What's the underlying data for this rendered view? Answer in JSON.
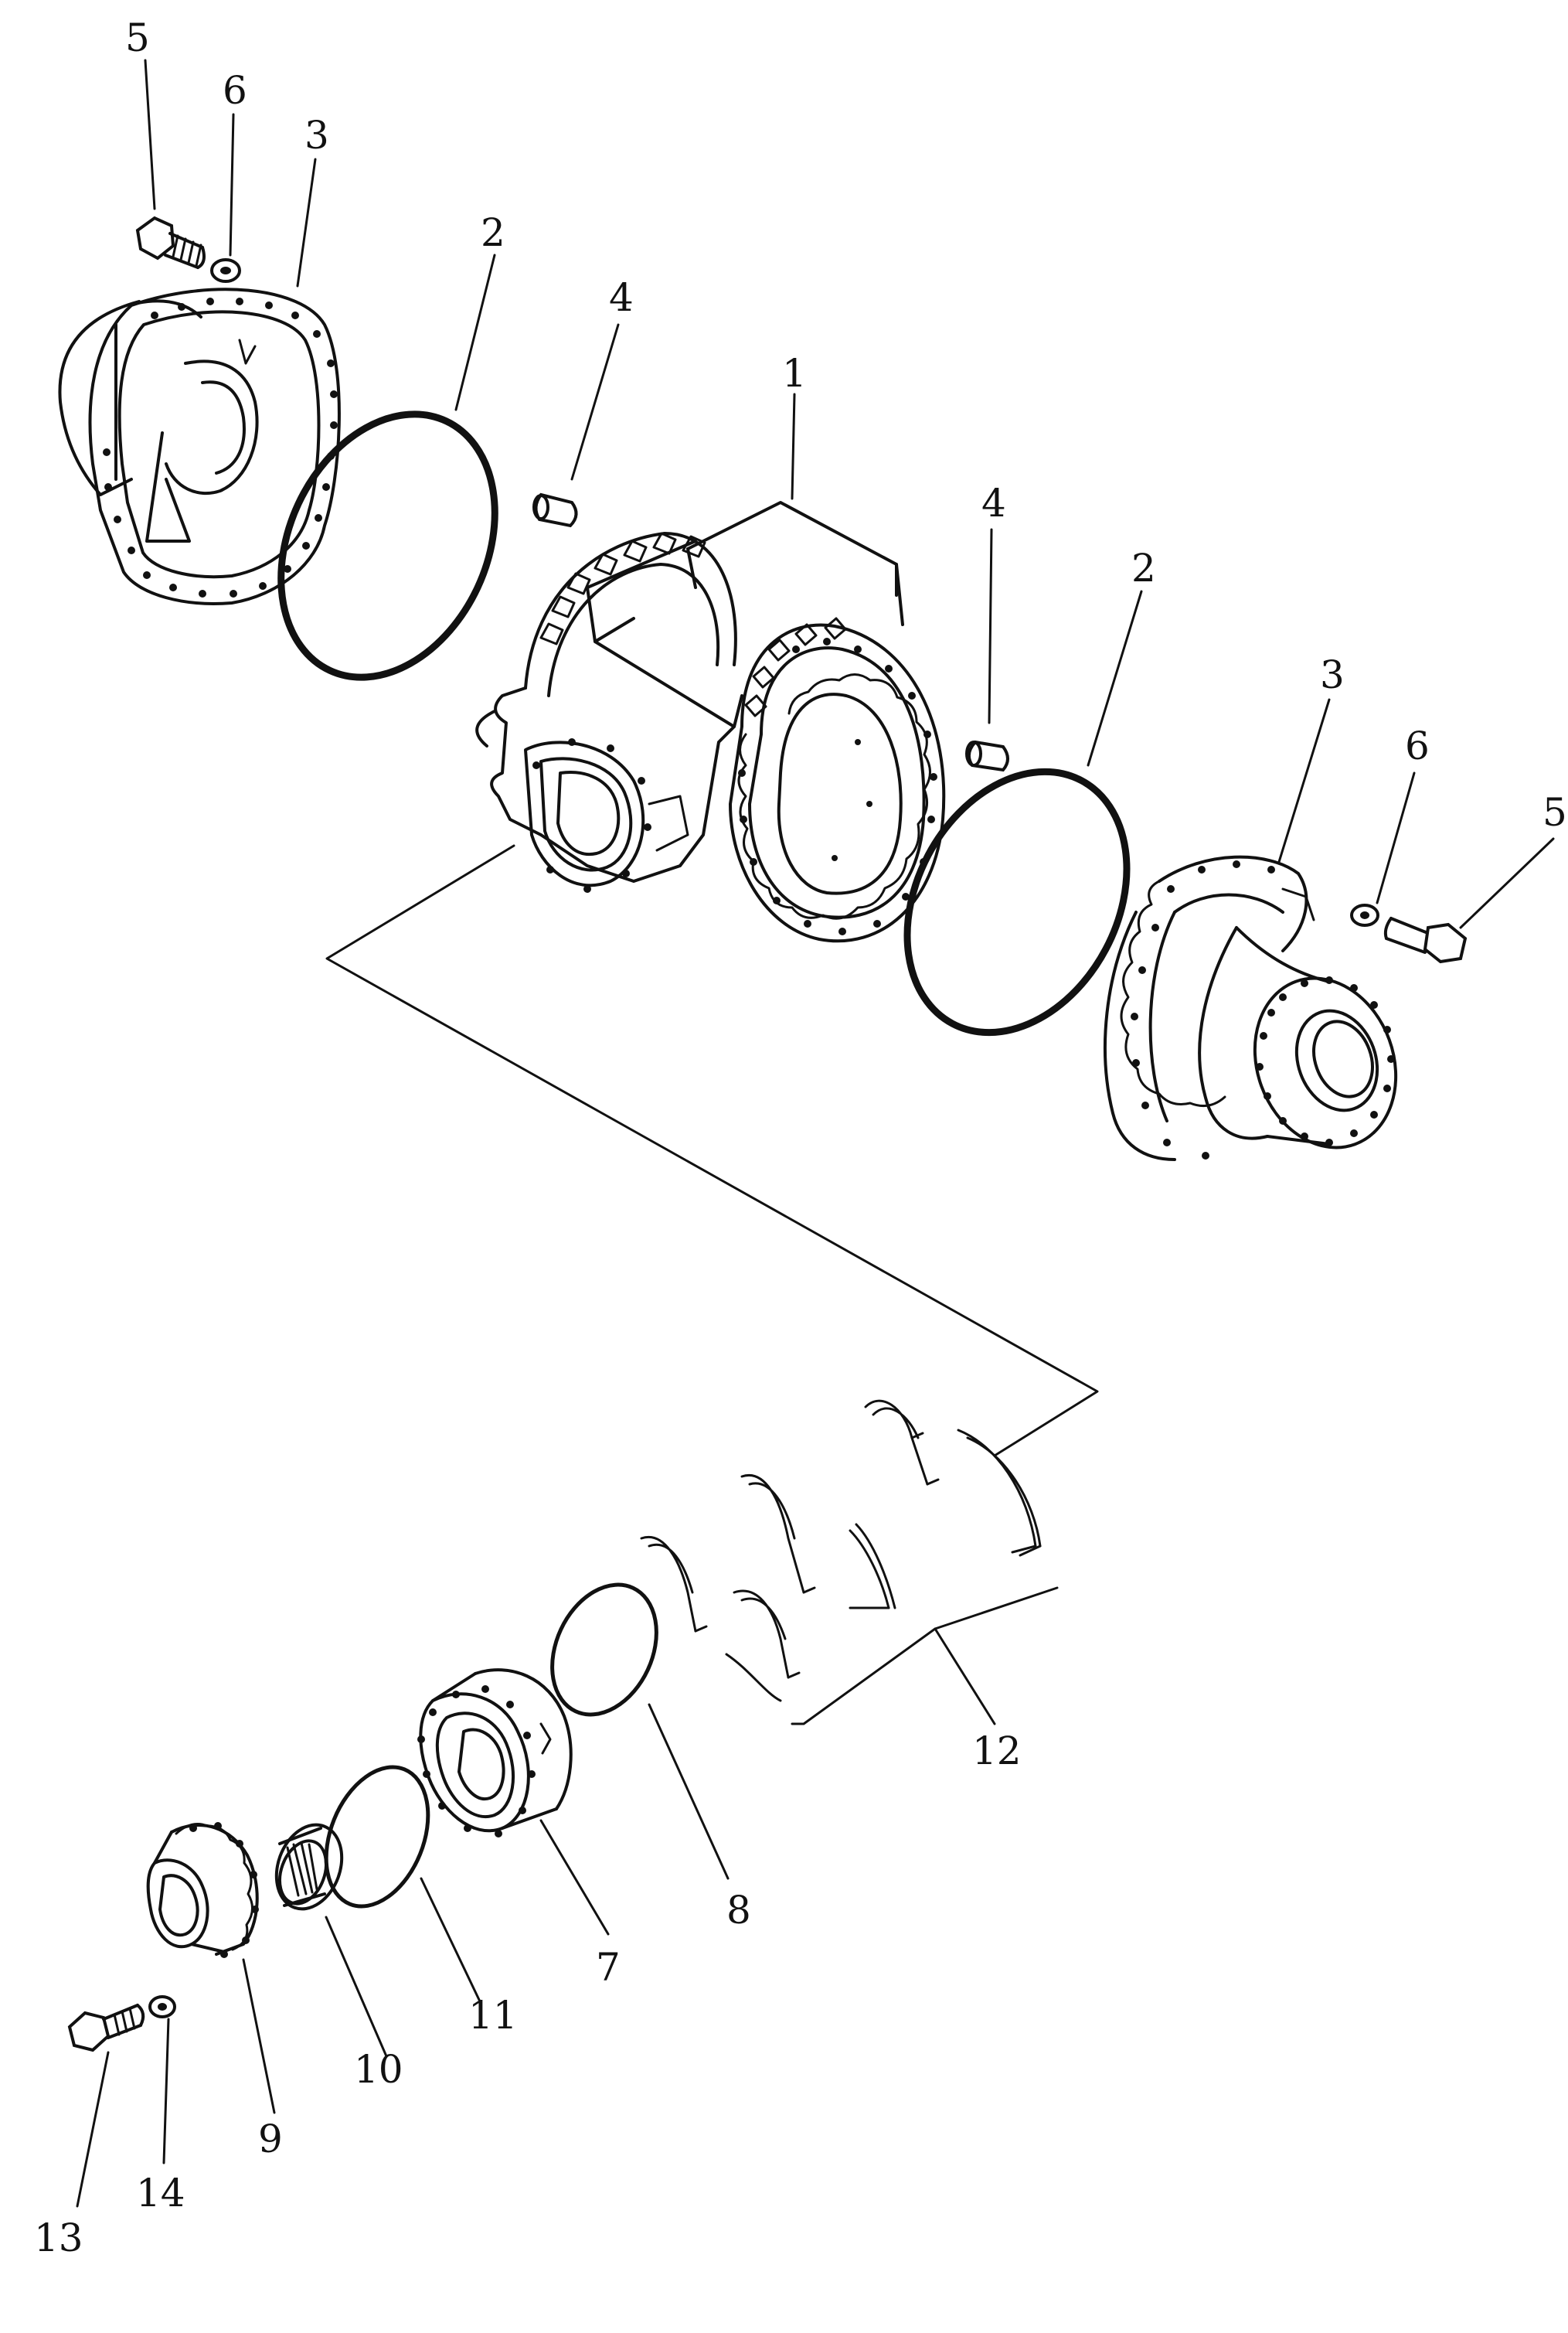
{
  "diagram": {
    "labels": [
      {
        "id": "5-top-left",
        "text": "5"
      },
      {
        "id": "6-top-left",
        "text": "6"
      },
      {
        "id": "3-top-left",
        "text": "3"
      },
      {
        "id": "2-top-left",
        "text": "2"
      },
      {
        "id": "4-top",
        "text": "4"
      },
      {
        "id": "1",
        "text": "1"
      },
      {
        "id": "4-right",
        "text": "4"
      },
      {
        "id": "2-right",
        "text": "2"
      },
      {
        "id": "3-right",
        "text": "3"
      },
      {
        "id": "6-right",
        "text": "6"
      },
      {
        "id": "5-right",
        "text": "5"
      },
      {
        "id": "12",
        "text": "12"
      },
      {
        "id": "8",
        "text": "8"
      },
      {
        "id": "7",
        "text": "7"
      },
      {
        "id": "11",
        "text": "11"
      },
      {
        "id": "10",
        "text": "10"
      },
      {
        "id": "9",
        "text": "9"
      },
      {
        "id": "14",
        "text": "14"
      },
      {
        "id": "13",
        "text": "13"
      }
    ]
  }
}
